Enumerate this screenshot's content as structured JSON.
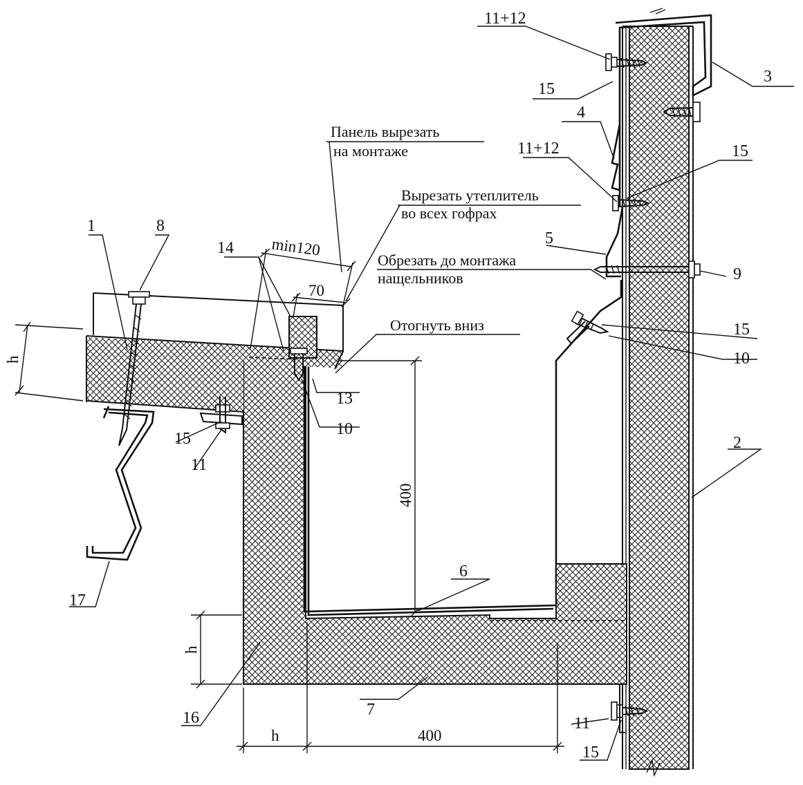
{
  "notes": {
    "cut_panel_line1": "Панель вырезать",
    "cut_panel_line2": "на монтаже",
    "cut_insulation_line1": "Вырезать утеплитель",
    "cut_insulation_line2": "во всех гофрах",
    "trim_line1": "Обрезать до монтажа",
    "trim_line2": "нащельников",
    "bend_down": "Отогнуть вниз"
  },
  "dimensions": {
    "min120": "min120",
    "d70": "70",
    "d400_vertical": "400",
    "d400_horizontal": "400",
    "h_left": "h",
    "h_bottom_vertical": "h",
    "h_bottom_horizontal": "h"
  },
  "labels": {
    "p1": "1",
    "p2": "2",
    "p3": "3",
    "p4": "4",
    "p5": "5",
    "p6": "6",
    "p7": "7",
    "p8": "8",
    "p9": "9",
    "p10a": "10",
    "p10b": "10",
    "p11a": "11",
    "p11b": "11",
    "p11_12a": "11+12",
    "p11_12b": "11+12",
    "p13": "13",
    "p14": "14",
    "p15a": "15",
    "p15b": "15",
    "p15c": "15",
    "p15d": "15",
    "p15e": "15",
    "p16": "16",
    "p17": "17"
  }
}
